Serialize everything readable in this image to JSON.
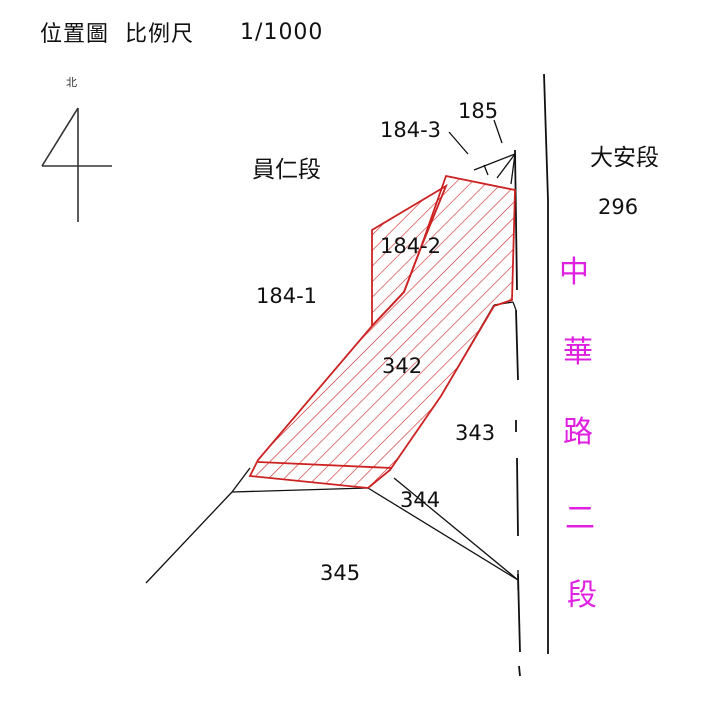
{
  "header": {
    "title": "位置圖",
    "scale_label": "比例尺",
    "scale_value": "1/1000"
  },
  "north_arrow": {
    "label": "北",
    "icon": "north-arrow-icon"
  },
  "sections": {
    "left": "員仁段",
    "right": "大安段"
  },
  "road": {
    "name_chars": [
      "中",
      "華",
      "路",
      "二",
      "段"
    ],
    "color": "#e020e0"
  },
  "parcels": {
    "p185": "185",
    "p184_3": "184-3",
    "p184_2": "184-2",
    "p184_1": "184-1",
    "p342": "342",
    "p343": "343",
    "p344": "344",
    "p345": "345",
    "p296": "296"
  },
  "colors": {
    "highlight": "#cc2222",
    "line": "#111111"
  }
}
